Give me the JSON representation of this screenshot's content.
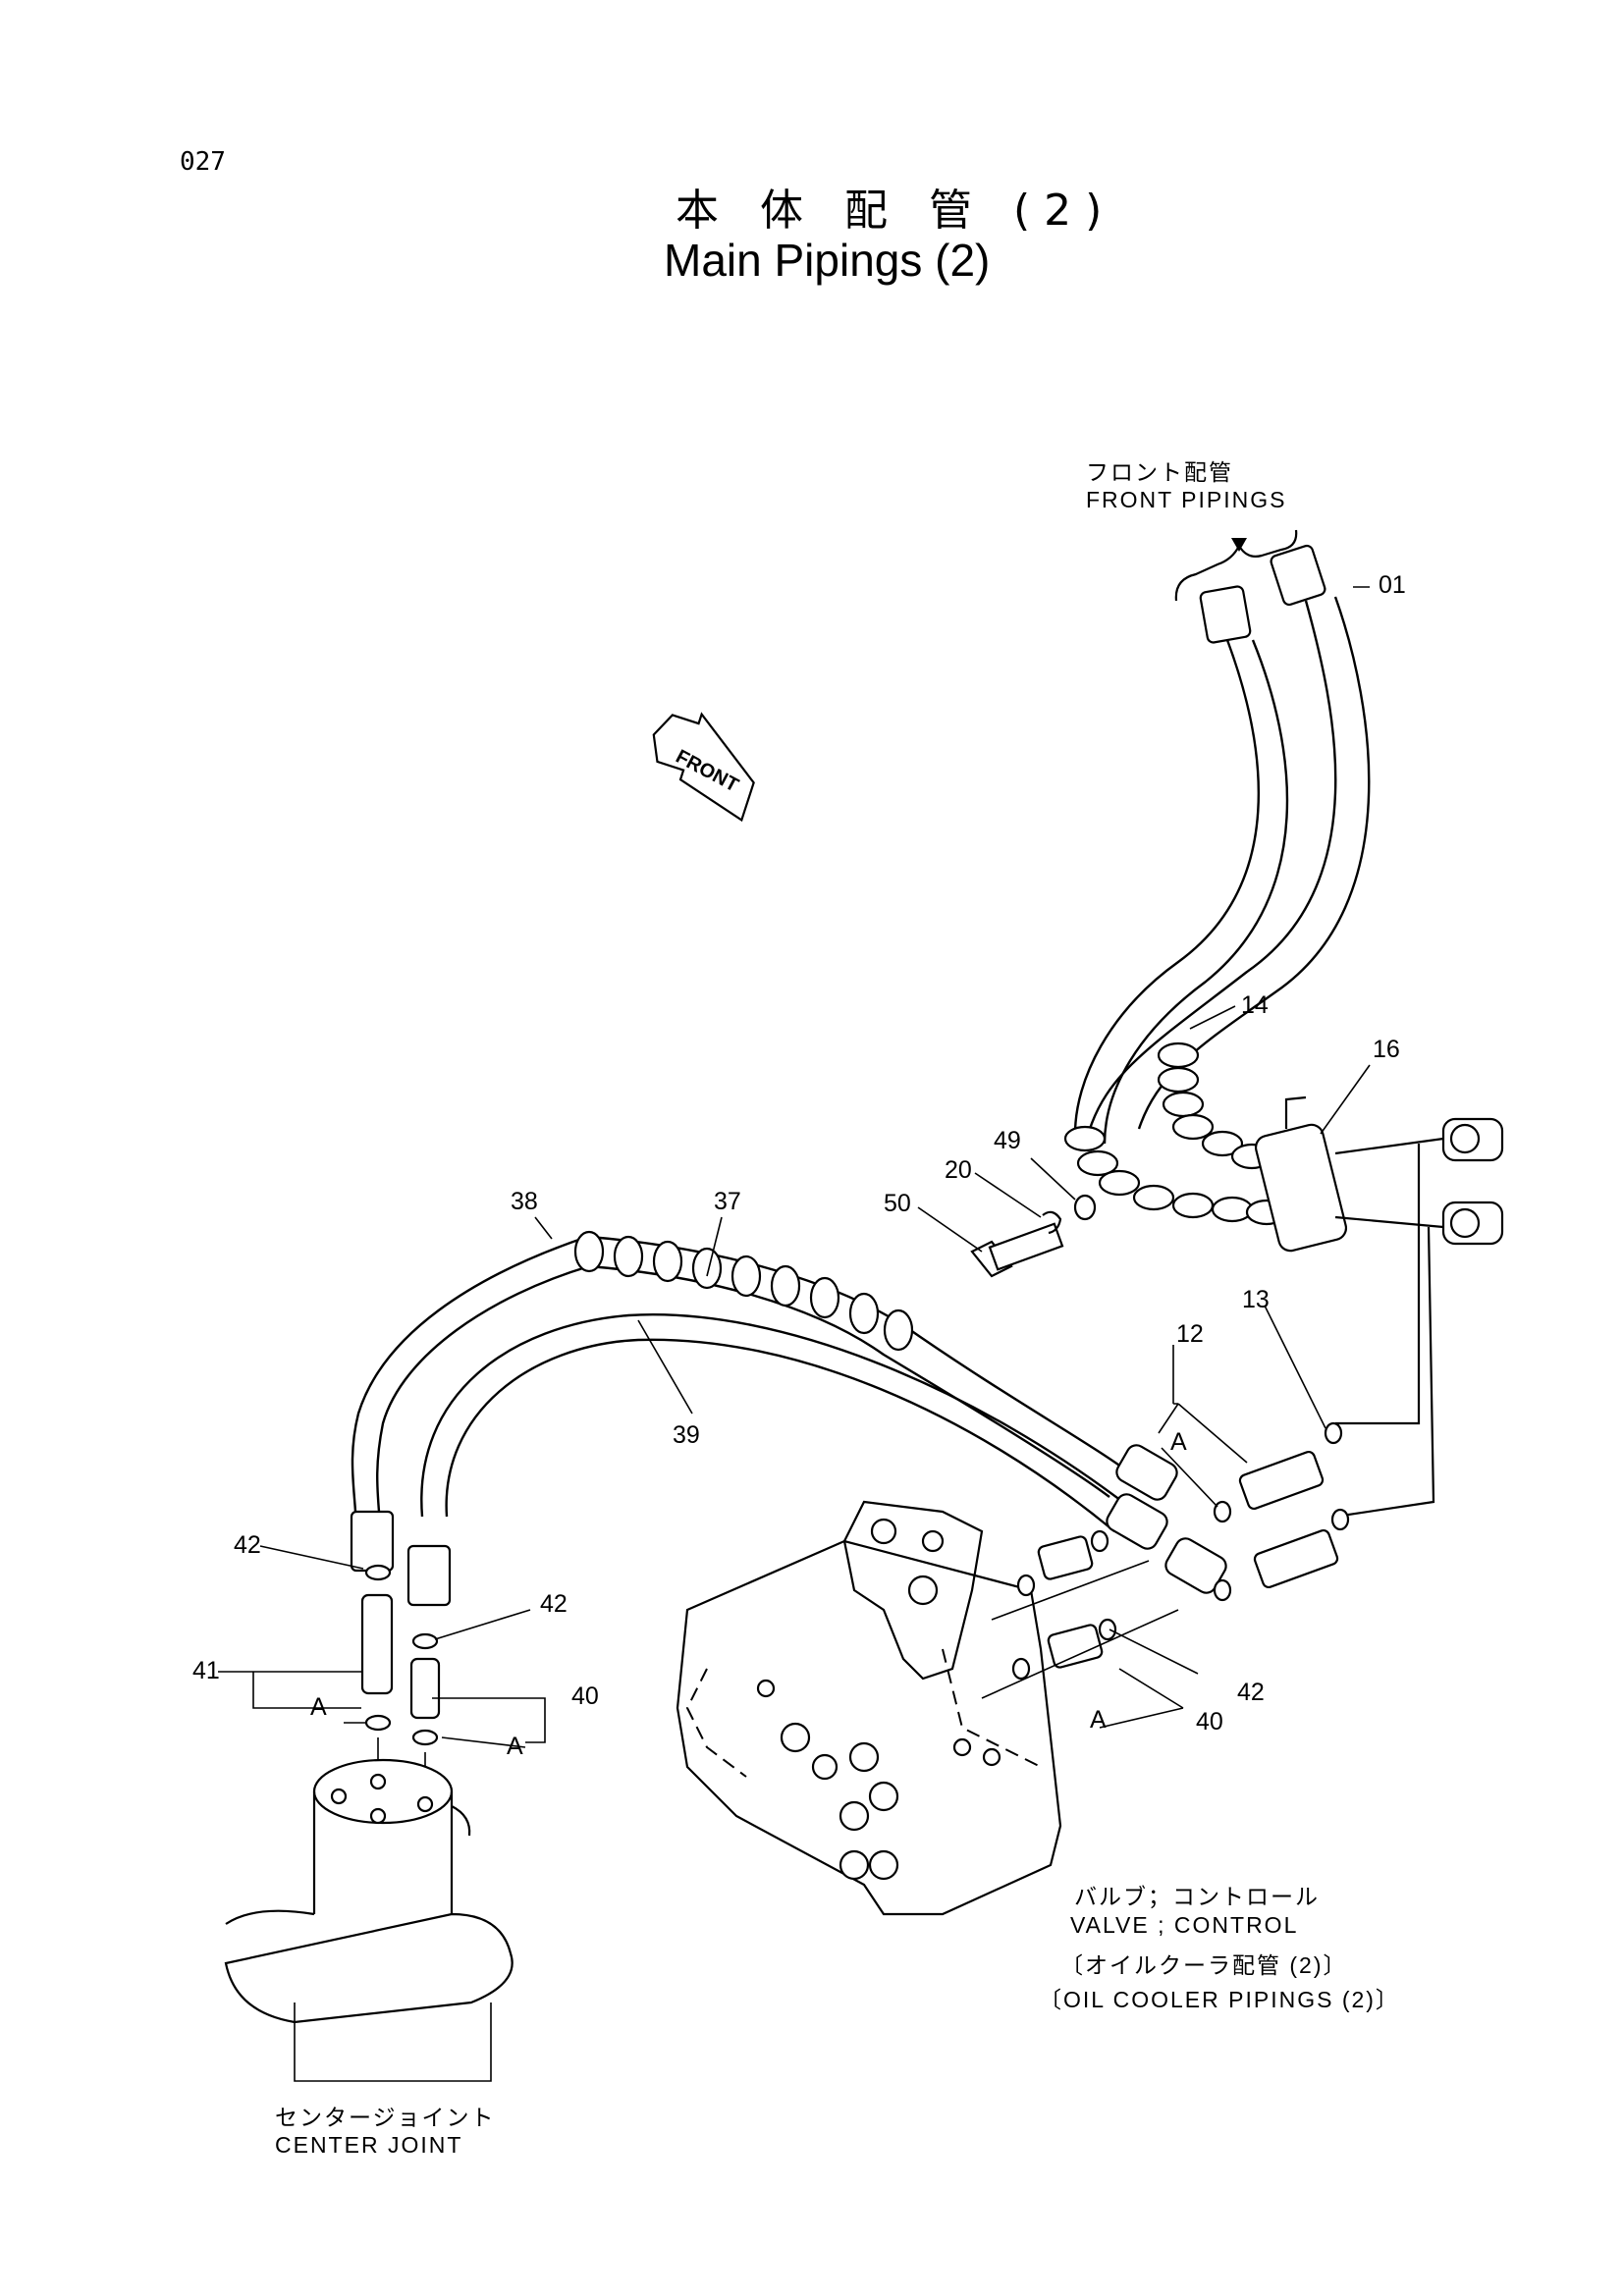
{
  "page_number": "027",
  "title_ja": "本 体 配 管 (2)",
  "title_en": "Main Pipings (2)",
  "front_arrow_label": "FRONT",
  "labels": {
    "front_pipings_ja": "フロント配管",
    "front_pipings_en": "FRONT  PIPINGS",
    "valve_ja": "バルブ；コントロール",
    "valve_en": "VALVE ; CONTROL",
    "oil_cooler_ja": "〔オイルクーラ配管 (2)〕",
    "oil_cooler_en": "〔OIL  COOLER  PIPINGS (2)〕",
    "center_joint_ja": "センタージョイント",
    "center_joint_en": "CENTER  JOINT"
  },
  "callouts": {
    "p01": "01",
    "p14": "14",
    "p16": "16",
    "p49": "49",
    "p20": "20",
    "p50": "50",
    "p38": "38",
    "p37": "37",
    "p39": "39",
    "p13": "13",
    "p12": "12",
    "pA1": "A",
    "p42a": "42",
    "p42b": "42",
    "p41": "41",
    "pA2": "A",
    "p40a": "40",
    "pA3": "A",
    "p42c": "42",
    "pA4": "A",
    "p40b": "40"
  }
}
